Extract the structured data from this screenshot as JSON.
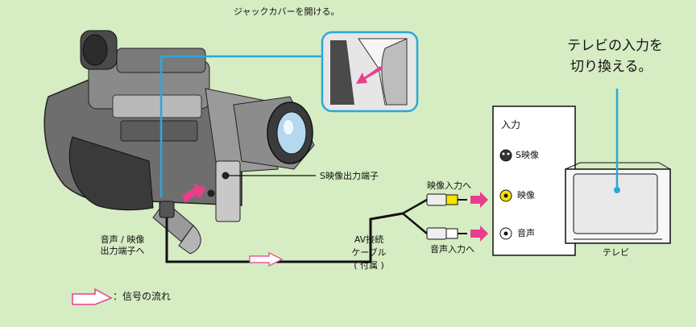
{
  "labels": {
    "open_cover": "ジャックカバーを開ける。",
    "tv_switch_line1": "テレビの入力を",
    "tv_switch_line2": "切り換える。",
    "s_video_out": "S映像出力端子",
    "av_out_line1": "音声 / 映像",
    "av_out_line2": "出力端子へ",
    "av_cable_line1": "AV接続",
    "av_cable_line2": "ケーブル",
    "av_cable_line3": "( 付属 )",
    "video_in": "映像入力へ",
    "audio_in": "音声入力へ",
    "input_panel_title": "入力",
    "input_s_video": "S映像",
    "input_video": "映像",
    "input_audio": "音声",
    "tv": "テレビ",
    "legend": "：信号の流れ"
  },
  "colors": {
    "background": "#d6ecc3",
    "accent": "#29a9d9",
    "arrow": "#e83e8c",
    "plug_yellow": "#f7e400"
  }
}
